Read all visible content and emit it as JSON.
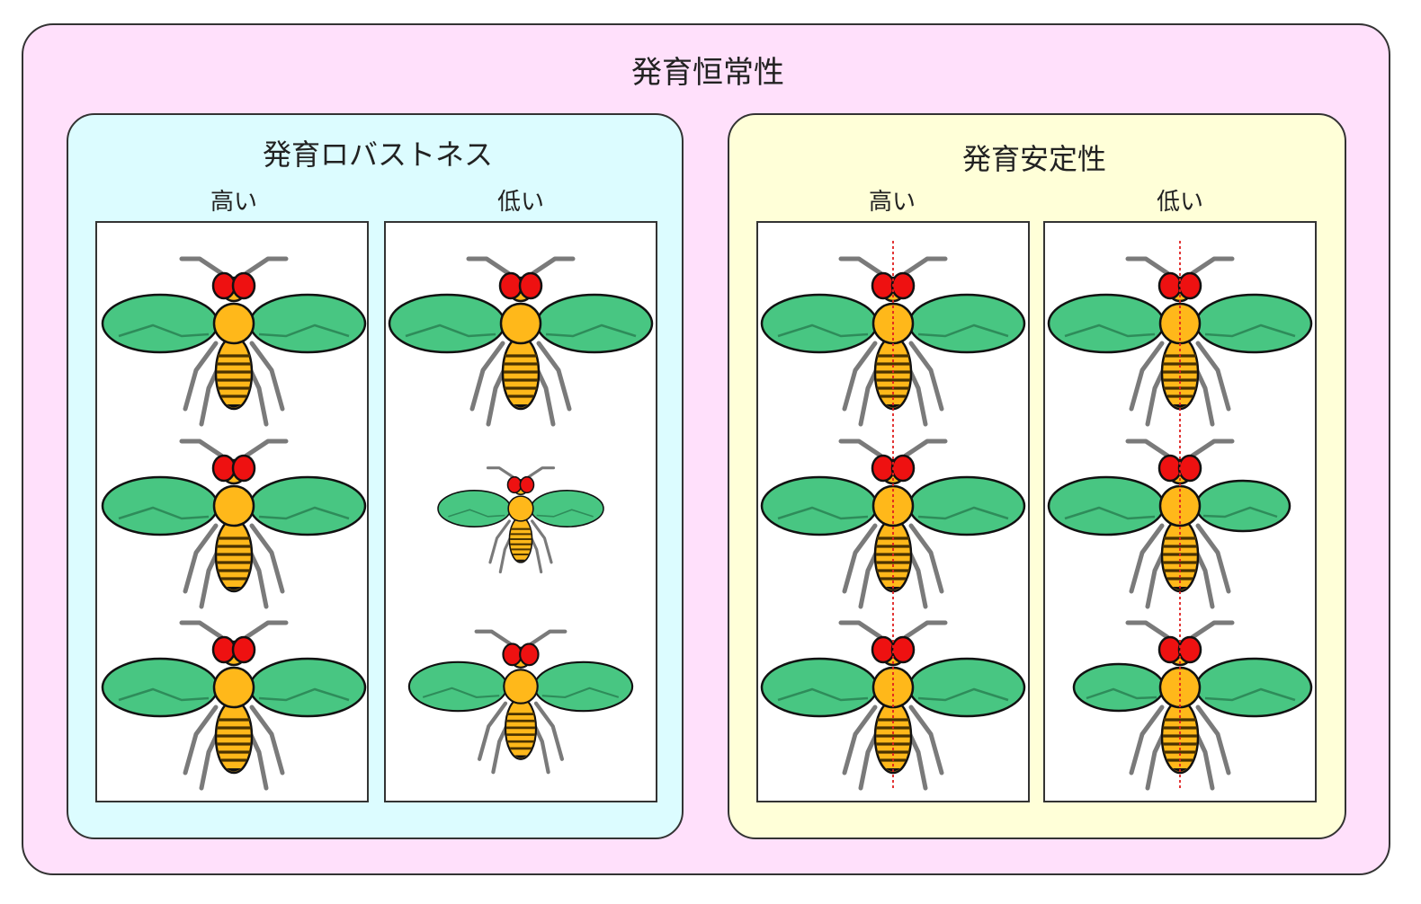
{
  "outer": {
    "title": "発育恒常性"
  },
  "robustness": {
    "title": "発育ロバストネス",
    "col_high": "高い",
    "col_low": "低い"
  },
  "stability": {
    "title": "発育安定性",
    "col_high": "高い",
    "col_low": "低い"
  },
  "colors": {
    "outer_bg": "#ffe0fb",
    "robustness_bg": "#dcfcff",
    "stability_bg": "#ffffd8",
    "wing": "#48c682",
    "body": "#ffb81a",
    "eye": "#ee1111",
    "stripe": "#4a3300",
    "leg": "#777777",
    "symmetry_line": "#e02020"
  }
}
